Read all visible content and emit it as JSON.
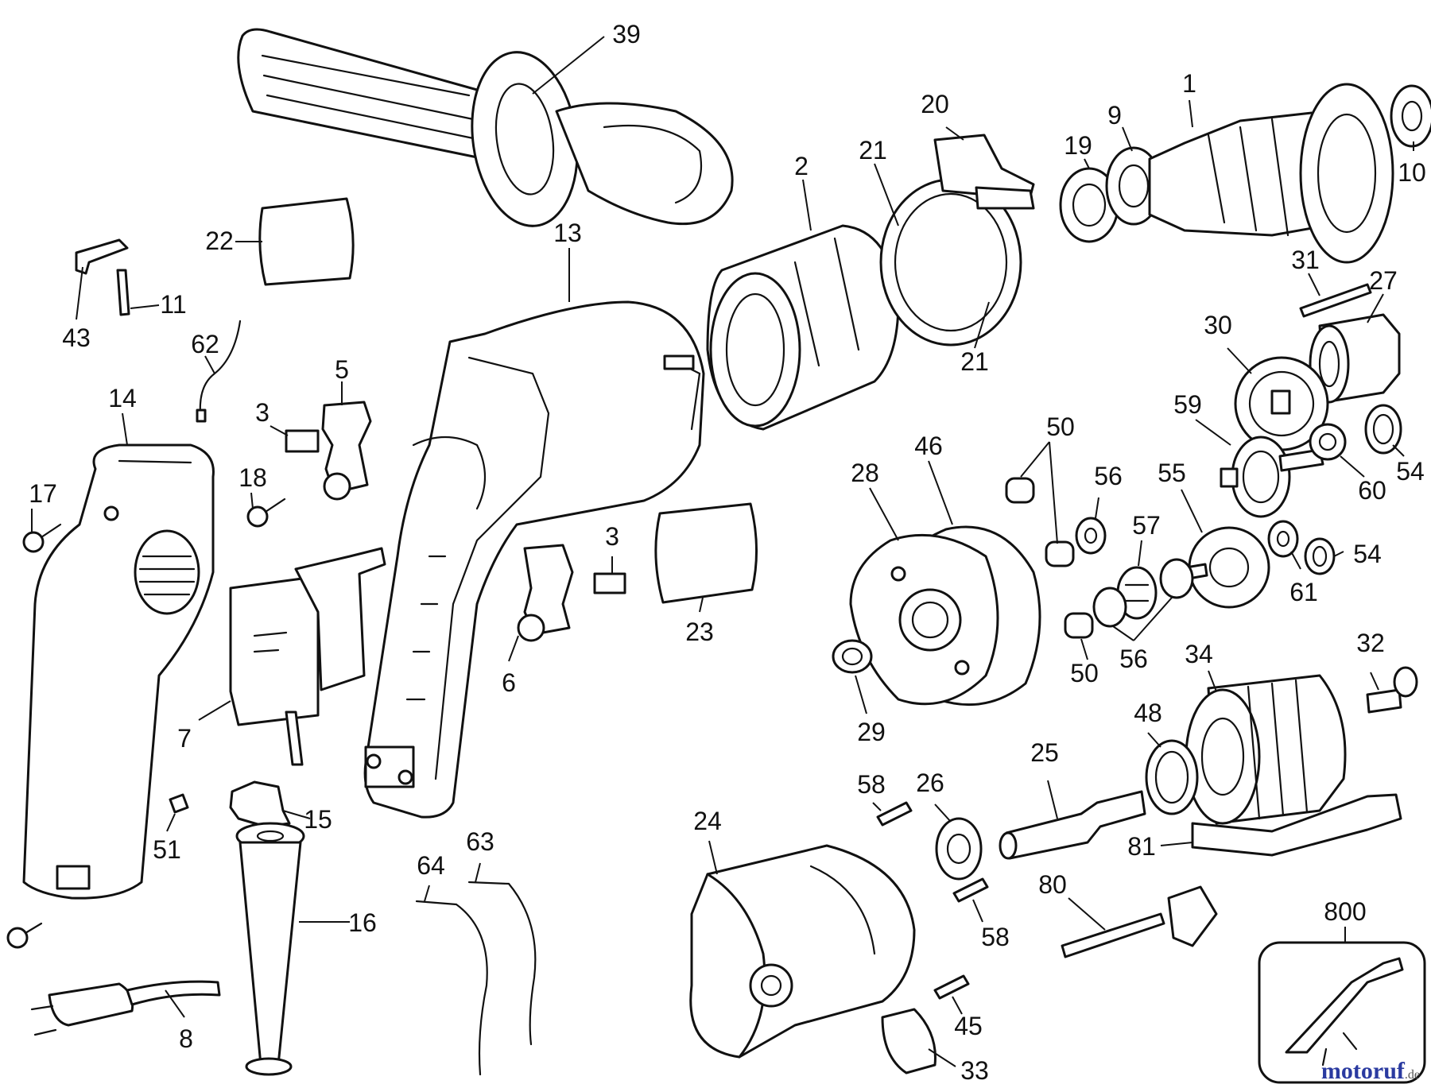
{
  "diagram": {
    "callouts": [
      "39",
      "1",
      "9",
      "10",
      "20",
      "19",
      "2",
      "21",
      "21",
      "22",
      "13",
      "43",
      "11",
      "62",
      "5",
      "3",
      "14",
      "18",
      "17",
      "3",
      "23",
      "6",
      "7",
      "31",
      "27",
      "30",
      "50",
      "46",
      "28",
      "56",
      "59",
      "60",
      "54",
      "57",
      "55",
      "61",
      "54",
      "50",
      "56",
      "34",
      "32",
      "29",
      "48",
      "25",
      "58",
      "26",
      "15",
      "51",
      "24",
      "81",
      "64",
      "63",
      "16",
      "58",
      "80",
      "800",
      "8",
      "45",
      "33"
    ]
  },
  "watermark": {
    "name": "motoruf",
    "tld": ".de"
  }
}
